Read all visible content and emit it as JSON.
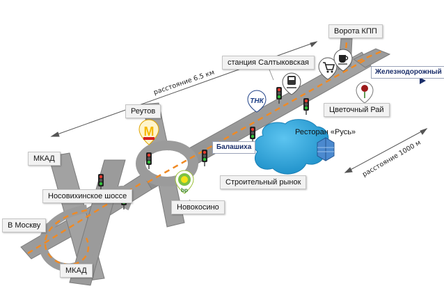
{
  "labels": {
    "vorota": "Ворота КПП",
    "stantsiya": "станция Салтыковская",
    "zheleznodorozhny": "Железнодорожный",
    "reutov": "Реутов",
    "tsvetochny": "Цветочный Рай",
    "restoran": "Ресторан «Русь»",
    "balashikha": "Балашиха",
    "mkad_top": "МКАД",
    "stroitelny": "Строительный рынок",
    "nosovikhinskoe": "Носовихинское шоссе",
    "novokosino": "Новокосино",
    "v_moskvu": "В Москву",
    "mkad_bottom": "МКАД"
  },
  "distances": {
    "main": "расстояние 6.5 км",
    "side": "расстояние 1000 м"
  },
  "icons": {
    "mcdonalds": "М",
    "bp": "bp",
    "tnk": "ТНК"
  },
  "colors": {
    "road": "#9b9b9b",
    "road_edge": "#7b7b7b",
    "lane_marking": "#f08a24",
    "lake": "#2aa3dd",
    "mcdonalds": "#f5b800"
  }
}
